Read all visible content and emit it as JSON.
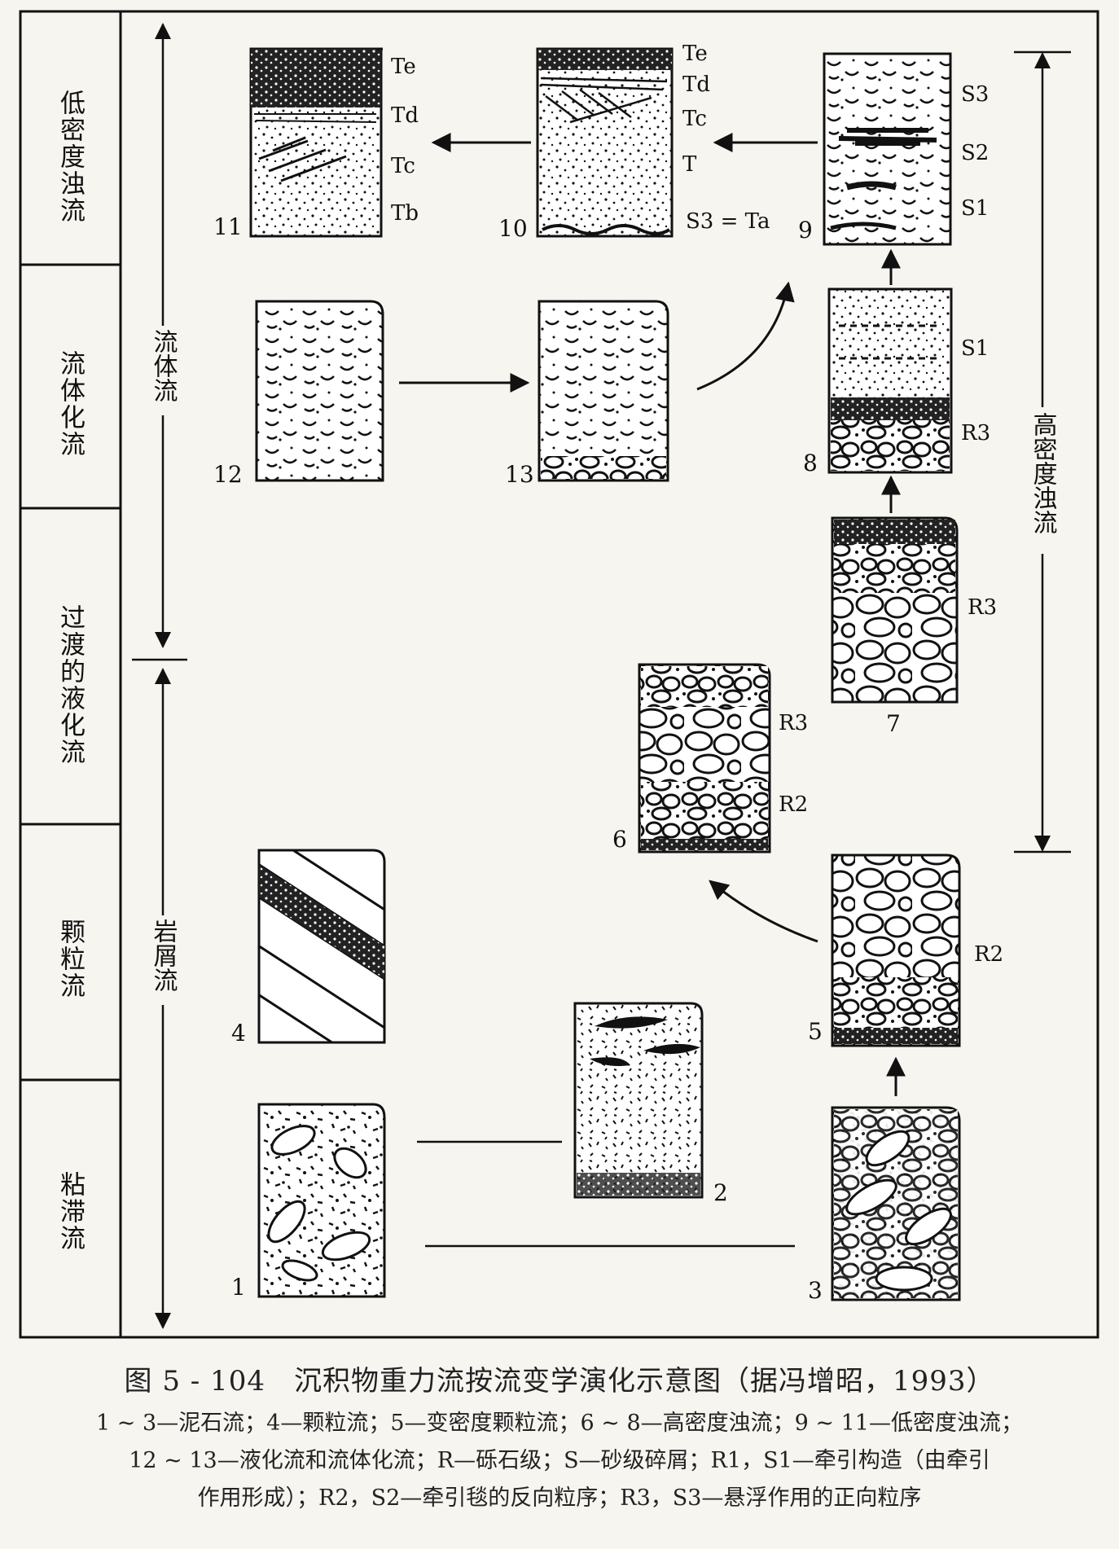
{
  "rows": [
    {
      "label": "低密度浊流"
    },
    {
      "label": "流体化流"
    },
    {
      "label": "过渡的液化流"
    },
    {
      "label": "颗粒流"
    },
    {
      "label": "粘滞流"
    }
  ],
  "spans": {
    "fluid_flow": "流体流",
    "debris_flow": "岩屑流",
    "high_density": "高密度浊流"
  },
  "columns": {
    "c1": "1",
    "c2": "2",
    "c3": "3",
    "c4": "4",
    "c5": "5",
    "c6": "6",
    "c7": "7",
    "c8": "8",
    "c9": "9",
    "c10": "10",
    "c11": "11",
    "c12": "12",
    "c13": "13"
  },
  "layers": {
    "c11": {
      "te": "Te",
      "td": "Td",
      "tc": "Tc",
      "tb": "Tb"
    },
    "c10": {
      "te": "Te",
      "td": "Td",
      "tc": "Tc",
      "t": "T",
      "eq": "S3 = Ta"
    },
    "c9": {
      "s3": "S3",
      "s2": "S2",
      "s1": "S1"
    },
    "c8": {
      "s1": "S1",
      "r3": "R3"
    },
    "c7": {
      "r3": "R3"
    },
    "c6": {
      "r3": "R3",
      "r2": "R2"
    },
    "c5": {
      "r2": "R2"
    }
  },
  "caption": {
    "title": "图 5 - 104　沉积物重力流按流变学演化示意图（据冯增昭，1993）",
    "line1": "1 ~ 3—泥石流；4—颗粒流；5—变密度颗粒流；6 ~ 8—高密度浊流；9 ~ 11—低密度浊流；",
    "line2": "12 ~ 13—液化流和流体化流；R—砾石级；S—砂级碎屑；R1，S1—牵引构造（由牵引",
    "line3": "作用形成）；R2，S2—牵引毯的反向粒序；R3，S3—悬浮作用的正向粒序"
  }
}
